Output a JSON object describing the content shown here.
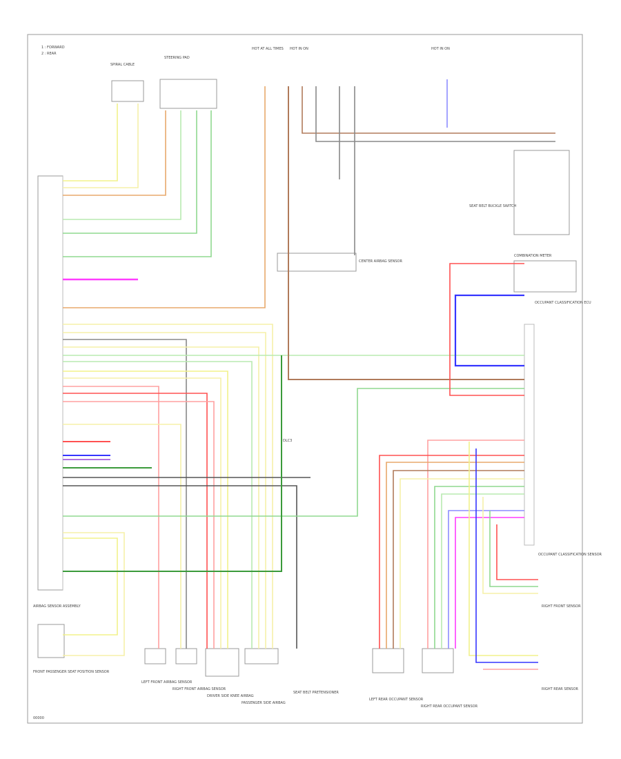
{
  "diagram": {
    "legend": [
      "1 : FORWARD",
      "2 : REAR"
    ],
    "footer_code": "00000",
    "colors": {
      "yellow": "#f2f28a",
      "pale_yellow": "#f5f0a8",
      "orange": "#e8a86b",
      "brown": "#b07a5a",
      "green": "#8fd88f",
      "pale_green": "#b8eab0",
      "dark_green": "#3a9a3a",
      "magenta": "#ff3cff",
      "blue": "#3434ff",
      "light_blue": "#8c8cff",
      "red": "#ff5050",
      "pink": "#ffa0a0",
      "gray": "#888888",
      "dark_gray": "#555555",
      "violet": "#b070e0",
      "black": "#222222"
    },
    "labels": {
      "ecu_left": "AIRBAG SENSOR ASSEMBLY",
      "top_box1": "SPIRAL CABLE",
      "top_box2": "STEERING PAD",
      "fuse1": "HOT AT ALL TIMES",
      "fuse2": "HOT IN ON",
      "fuse3": "HOT IN ON",
      "rb_box": "SEAT BELT BUCKLE SWITCH",
      "combo_meter": "COMBINATION METER",
      "occupant": "OCCUPANT CLASSIFICATION ECU",
      "dlc": "DLC3",
      "center_sensor": "CENTER AIRBAG SENSOR",
      "bottom1": "LEFT FRONT AIRBAG SENSOR",
      "bottom2": "RIGHT FRONT AIRBAG SENSOR",
      "bottom3": "DRIVER SIDE KNEE AIRBAG",
      "bottom4": "PASSENGER SIDE AIRBAG",
      "bottom5": "SEAT BELT PRETENSIONER",
      "bottom6": "LEFT REAR OCCUPANT SENSOR",
      "bottom7": "RIGHT REAR OCCUPANT SENSOR",
      "right1": "OCCUPANT CLASSIFICATION SENSOR",
      "right2": "RIGHT FRONT SENSOR",
      "right3": "RIGHT REAR SENSOR",
      "pt_sensor": "FRONT PASSENGER SEAT POSITION SENSOR"
    }
  }
}
